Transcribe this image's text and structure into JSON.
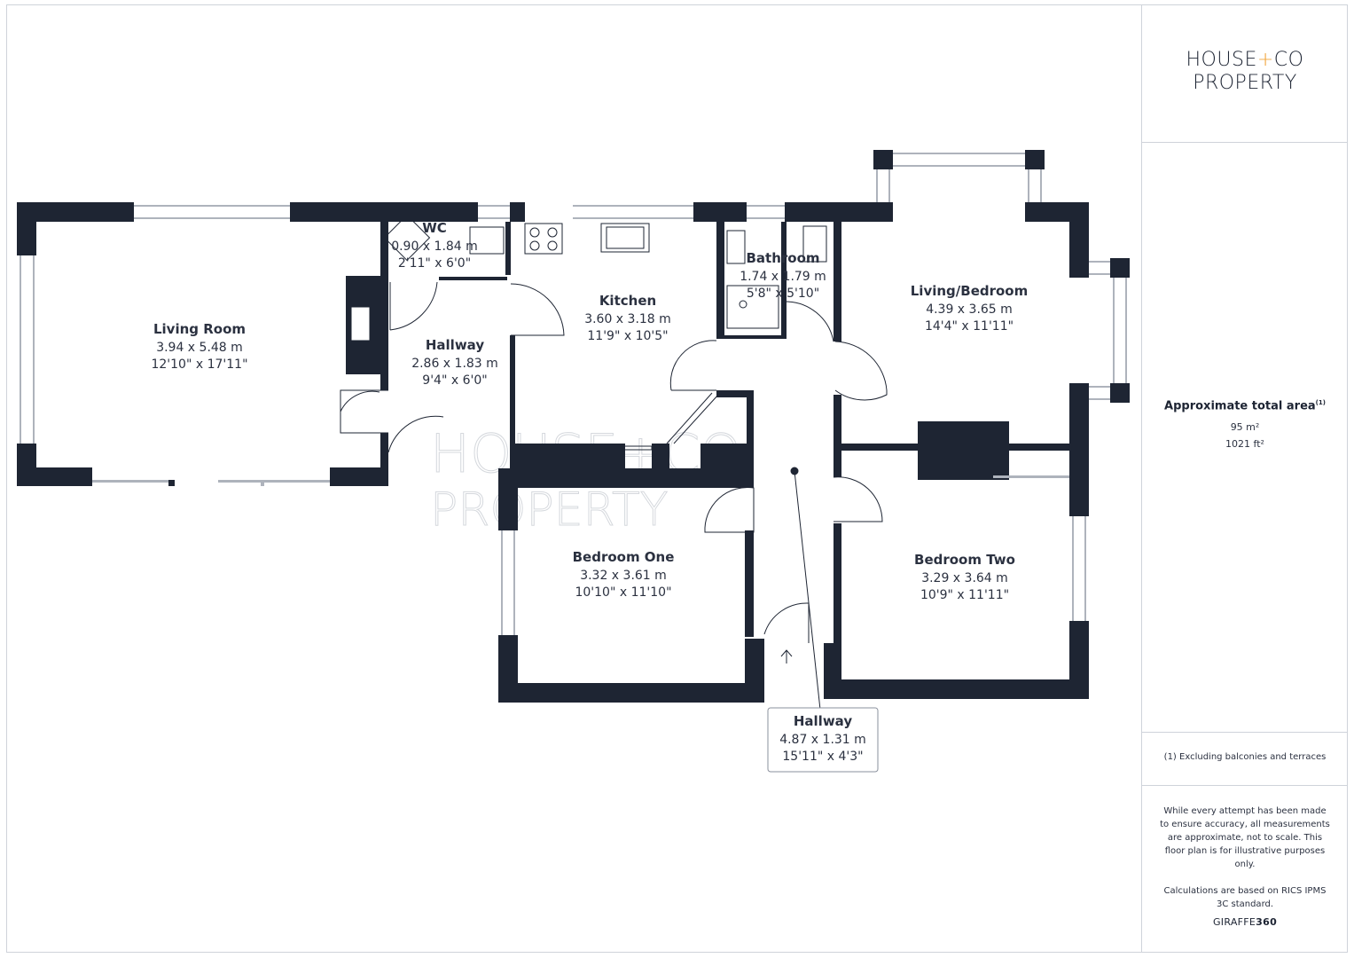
{
  "brand": {
    "line1_a": "HOUSE",
    "line1_plus": "+",
    "line1_b": "CO",
    "line2": "PROPERTY"
  },
  "watermark": {
    "line1": "HOUSE+CO",
    "line2": "PROPERTY"
  },
  "area": {
    "title": "Approximate total area",
    "note_marker": "(1)",
    "sqm": "95 m²",
    "sqft": "1021 ft²"
  },
  "footnote": "(1) Excluding balconies and terraces",
  "disclaimer": {
    "p1": "While every attempt has been made to ensure accuracy, all measurements are approximate, not to scale. This floor plan is for illustrative purposes only.",
    "p2": "Calculations are based on RICS IPMS 3C standard."
  },
  "provider": {
    "a": "GIRAFFE",
    "b": "360"
  },
  "rooms": [
    {
      "key": "living-room",
      "name": "Living Room",
      "metric": "3.94 x 5.48 m",
      "imperial": "12'10\" x 17'11\""
    },
    {
      "key": "wc",
      "name": "WC",
      "metric": "0.90 x 1.84 m",
      "imperial": "2'11\" x 6'0\""
    },
    {
      "key": "hallway-west",
      "name": "Hallway",
      "metric": "2.86 x 1.83 m",
      "imperial": "9'4\" x 6'0\""
    },
    {
      "key": "kitchen",
      "name": "Kitchen",
      "metric": "3.60 x 3.18 m",
      "imperial": "11'9\" x 10'5\""
    },
    {
      "key": "bathroom",
      "name": "Bathroom",
      "metric": "1.74 x 1.79 m",
      "imperial": "5'8\" x 5'10\""
    },
    {
      "key": "living-bedroom",
      "name": "Living/Bedroom",
      "metric": "4.39 x 3.65 m",
      "imperial": "14'4\" x 11'11\""
    },
    {
      "key": "bedroom-one",
      "name": "Bedroom One",
      "metric": "3.32 x 3.61 m",
      "imperial": "10'10\" x 11'10\""
    },
    {
      "key": "bedroom-two",
      "name": "Bedroom Two",
      "metric": "3.29 x 3.64 m",
      "imperial": "10'9\" x 11'11\""
    },
    {
      "key": "hallway-main",
      "name": "Hallway",
      "metric": "4.87 x 1.31 m",
      "imperial": "15'11\" x 4'3\""
    }
  ],
  "colors": {
    "wall": "#1e2533",
    "text": "#2b3140",
    "accent": "#f0a43a",
    "border": "#cfd3da"
  }
}
